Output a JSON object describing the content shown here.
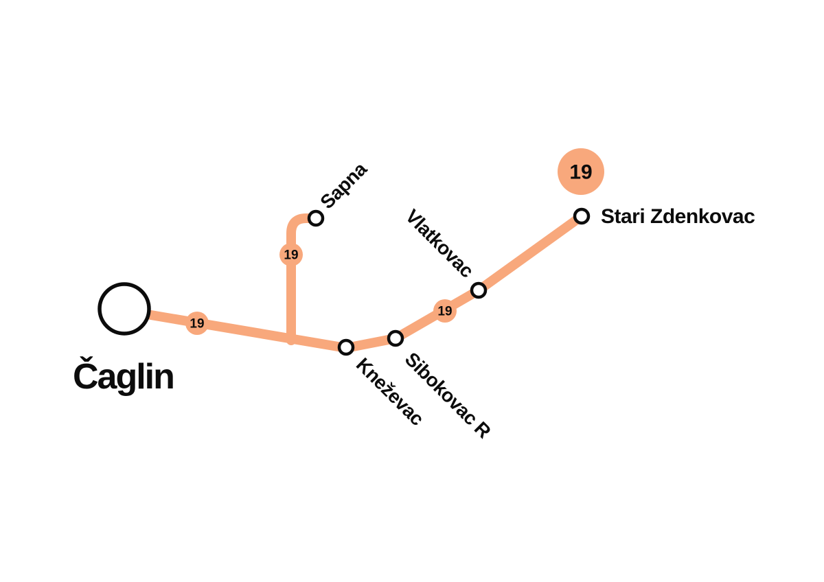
{
  "map": {
    "background": "#ffffff",
    "route": {
      "number": "19",
      "color": "#F8A87C",
      "label_color": "#0C0C0C",
      "stop_fill": "#FFFFFF",
      "stop_stroke": "#0C0C0C"
    },
    "terminus": {
      "name": "Čaglin"
    },
    "stops": [
      {
        "name": "Sapna"
      },
      {
        "name": "Kneževac"
      },
      {
        "name": "Sibokovac R"
      },
      {
        "name": "Vlatkovac"
      },
      {
        "name": "Stari Zdenkovac"
      }
    ]
  }
}
